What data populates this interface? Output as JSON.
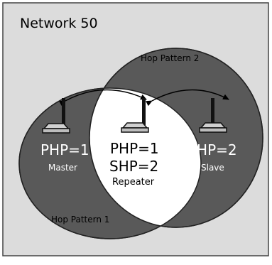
{
  "network": {
    "title": "Network 50"
  },
  "hop_patterns": [
    {
      "label": "Hop Pattern 1"
    },
    {
      "label": "Hop Pattern 2"
    }
  ],
  "devices": [
    {
      "php": "PHP=1",
      "shp": "",
      "role": "Master"
    },
    {
      "php": "PHP=1",
      "shp": "SHP=2",
      "role": "Repeater"
    },
    {
      "php": "PHP=2",
      "shp": "",
      "role": "Slave"
    }
  ],
  "colors": {
    "background": "#dcdcdc",
    "ellipse_fill": "#595959",
    "overlap_fill": "#ffffff",
    "device_fill": "#d0d0d0"
  }
}
